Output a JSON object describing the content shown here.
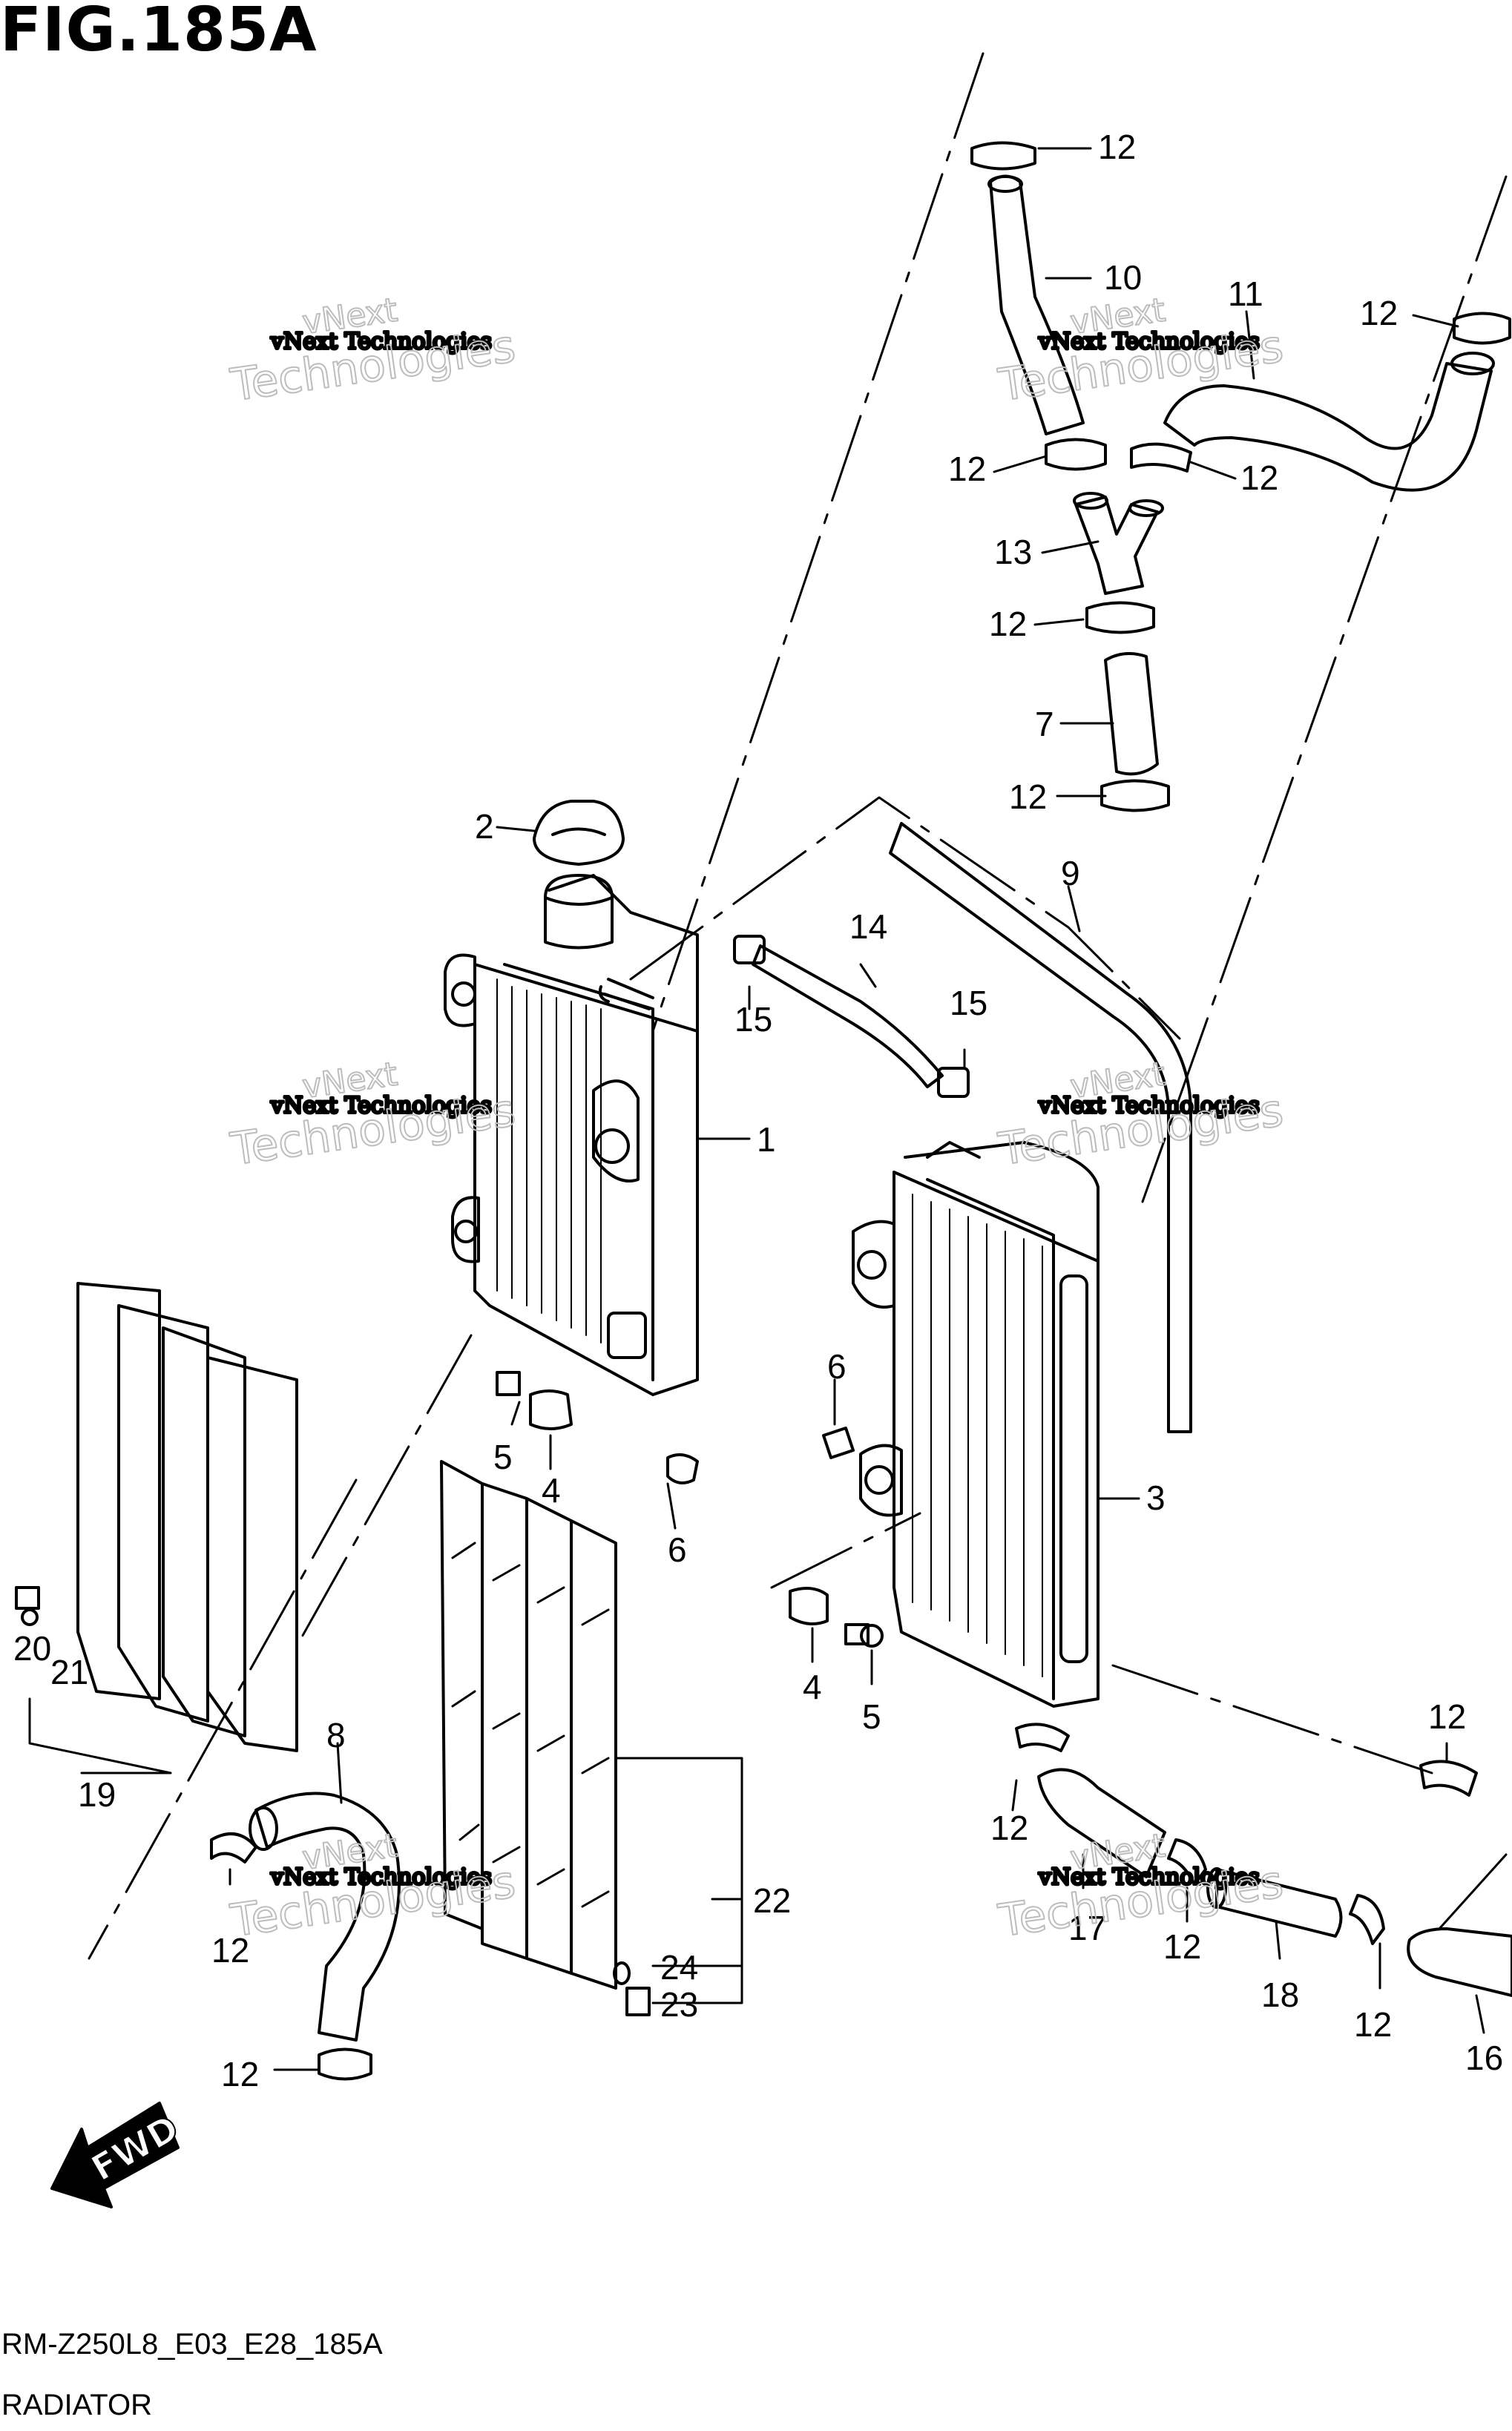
{
  "figure": {
    "title": "FIG.185A",
    "model_code": "RM-Z250L8_E03_E28_185A",
    "caption": "RADIATOR",
    "direction_label": "FWD"
  },
  "watermark": {
    "line1": "vNext Technologies",
    "line2": "vNext",
    "line3": "Technologies"
  },
  "callouts": [
    "1",
    "2",
    "3",
    "4",
    "4",
    "5",
    "5",
    "6",
    "6",
    "7",
    "8",
    "9",
    "10",
    "11",
    "12",
    "12",
    "12",
    "12",
    "12",
    "12",
    "12",
    "12",
    "12",
    "12",
    "12",
    "12",
    "13",
    "14",
    "15",
    "15",
    "16",
    "17",
    "18",
    "19",
    "20",
    "21",
    "22",
    "23",
    "24"
  ]
}
